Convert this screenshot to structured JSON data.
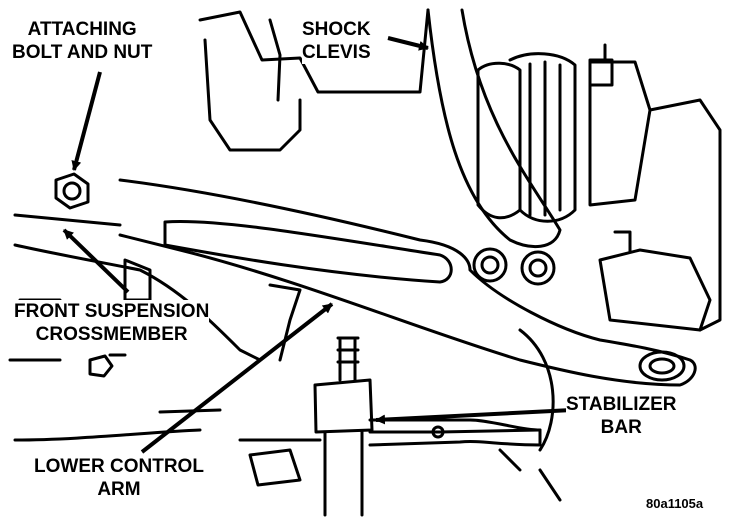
{
  "labels": {
    "attaching_bolt_and_nut": "ATTACHING\nBOLT AND NUT",
    "shock_clevis": "SHOCK\nCLEVIS",
    "front_suspension_crossmember": "FRONT SUSPENSION\nCROSSMEMBER",
    "lower_control_arm": "LOWER CONTROL\nARM",
    "stabilizer_bar": "STABILIZER\nBAR"
  },
  "figure_id": "80a1105a",
  "colors": {
    "ink": "#000000",
    "paper": "#ffffff"
  }
}
